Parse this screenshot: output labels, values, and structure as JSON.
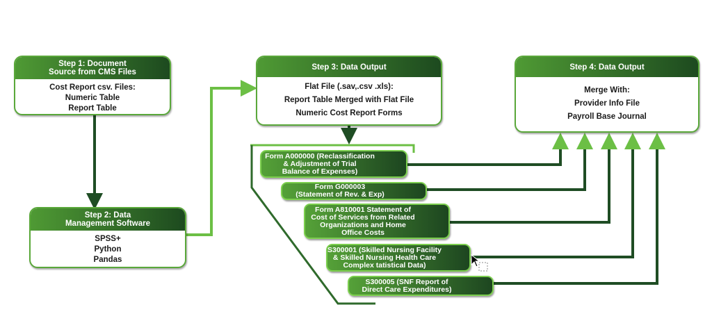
{
  "steps": [
    {
      "title": "Step 1: Document\nSource from CMS Files",
      "lines": [
        "Cost Report csv. Files:",
        "Numeric Table",
        "Report Table"
      ]
    },
    {
      "title": "Step 2: Data\nManagement Software",
      "lines": [
        "SPSS+",
        "Python",
        "Pandas"
      ]
    },
    {
      "title": "Step 3: Data Output",
      "lines": [
        "Flat File (.sav,.csv .xls):",
        "Report Table Merged with Flat File",
        "Numeric Cost Report Forms"
      ]
    },
    {
      "title": "Step 4: Data Output",
      "lines": [
        "Merge With:",
        "Provider Info File",
        "Payroll Base Journal"
      ]
    }
  ],
  "forms": [
    "Form A000000 (Reclassification\n& Adjustment of Trial\nBalance of Expenses)",
    "Form G000003\n(Statement of Rev. & Exp)",
    "Form A810001 Statement of\nCost of Services from Related\nOrganizations and Home\nOffice Costs",
    "S300001 (Skilled Nursing Facility\n& Skilled Nursing Health Care\nComplex tatistical Data)",
    "S300005 (SNF Report of\nDirect Care Expenditures)"
  ],
  "colors": {
    "dark": "#1f4d24",
    "light": "#6cbf45"
  }
}
